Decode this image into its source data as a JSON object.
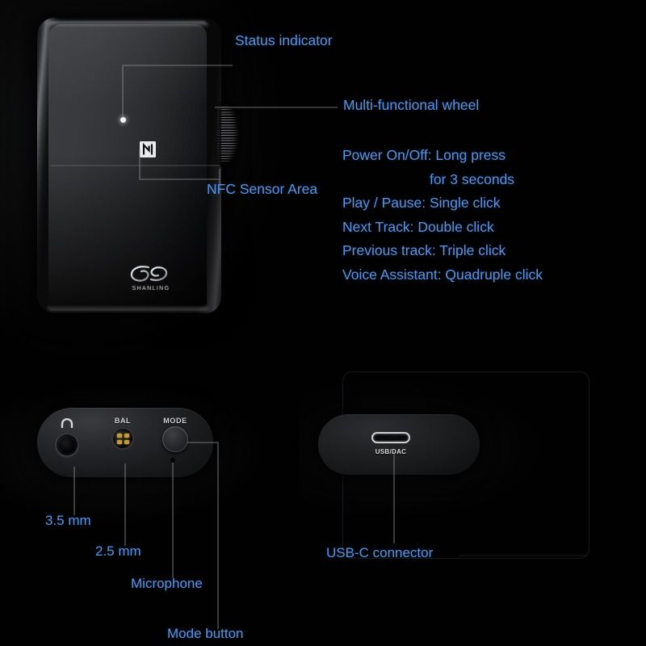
{
  "product": {
    "brand": "SHANLING",
    "nfc_icon": "nfc-icon"
  },
  "annotations": {
    "status_indicator": "Status indicator",
    "multi_wheel": "Multi-functional wheel",
    "nfc_sensor_area": "NFC Sensor Area",
    "jack_35": "3.5 mm",
    "jack_25": "2.5 mm",
    "microphone": "Microphone",
    "mode_button": "Mode button",
    "usb_c": "USB-C connector"
  },
  "wheel_instructions": [
    {
      "text": "Power On/Off: Long press",
      "indent": false
    },
    {
      "text": "for 3 seconds",
      "indent": true
    },
    {
      "text": "Play / Pause: Single click",
      "indent": false
    },
    {
      "text": "Next Track: Double click",
      "indent": false
    },
    {
      "text": "Previous track: Triple click",
      "indent": false
    },
    {
      "text": "Voice Assistant: Quadruple click",
      "indent": false
    }
  ],
  "io_panel": {
    "headphone_label": "",
    "headphone_icon": "headphone-icon",
    "balanced_label": "BAL",
    "mode_label": "MODE"
  },
  "usb_panel": {
    "port_caption": "USB/DAC"
  },
  "colors": {
    "background": "#010101",
    "label_blue": "#5a93e0",
    "leader_line": "#8e9094",
    "device_body": "#2f3033",
    "pin_gold": "#c49a3c",
    "chrome": "#cfd1d4"
  }
}
